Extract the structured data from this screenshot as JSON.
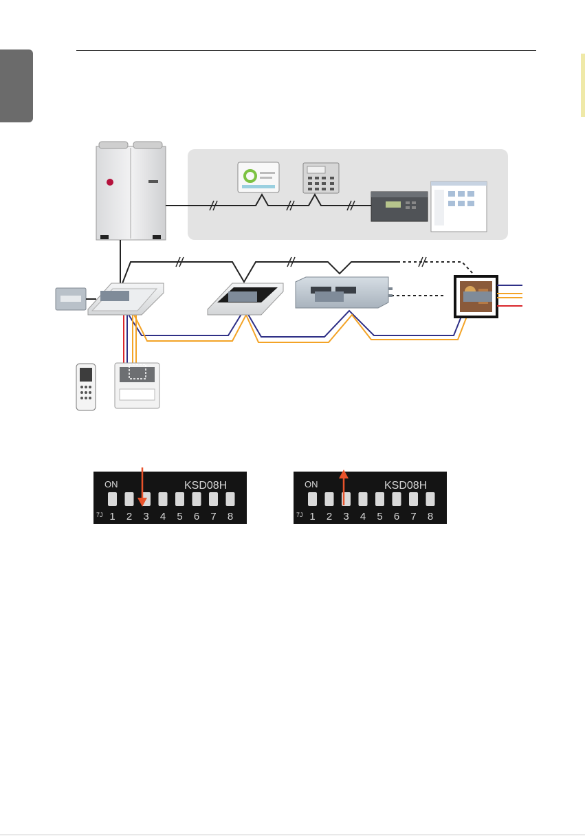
{
  "indoor_unit_labels": [
    "",
    "",
    "",
    ""
  ],
  "dip_switches": [
    {
      "on_label": "ON",
      "model": "KSD08H",
      "corner_mark": "7J",
      "numbers": [
        "1",
        "2",
        "3",
        "4",
        "5",
        "6",
        "7",
        "8"
      ],
      "arrow_direction": "down",
      "arrow_switch": 3
    },
    {
      "on_label": "ON",
      "model": "KSD08H",
      "corner_mark": "7J",
      "numbers": [
        "1",
        "2",
        "3",
        "4",
        "5",
        "6",
        "7",
        "8"
      ],
      "arrow_direction": "up",
      "arrow_switch": 3
    }
  ],
  "colors": {
    "comm_wire": "#222222",
    "wire_blue": "#2e2f86",
    "wire_orange": "#f3a326",
    "wire_red": "#d9252a",
    "dip_arrow": "#e8522a",
    "control_panel_bg": "#e3e3e3"
  }
}
